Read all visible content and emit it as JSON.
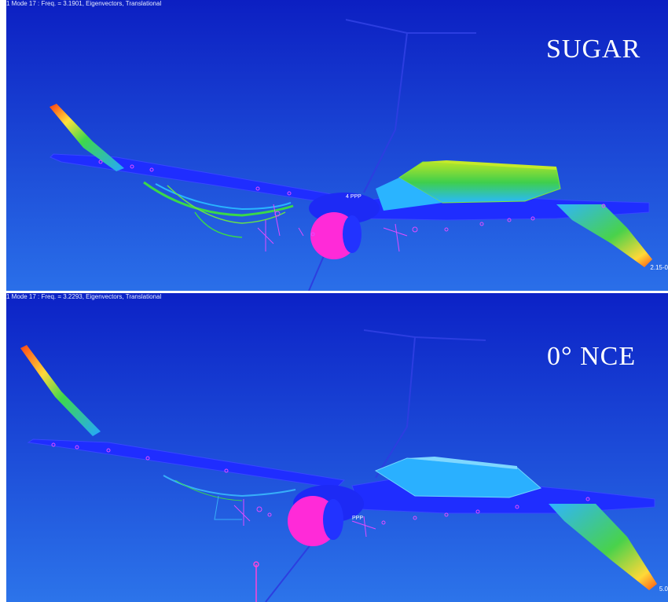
{
  "panels": [
    {
      "header": "1 Mode 17 : Freq. = 3.1901, Eigenvectors, Translational",
      "label": "SUGAR",
      "legend_value": "2.15-0",
      "node_label": "4 PPP"
    },
    {
      "header": "1 Mode 17 : Freq. = 3.2293, Eigenvectors, Translational",
      "label": "0° NCE",
      "legend_value": "5.0",
      "node_label": "PPP"
    }
  ],
  "colors": {
    "background_top": "#0a22c8",
    "background_bottom": "#1e5fe6",
    "mesh_blue": "#1f2dff",
    "engine_magenta": "#ff2ad8",
    "mode_shape_high": "#ff4a10",
    "mode_shape_mid": "#44d630",
    "mode_shape_low": "#2ab9ff",
    "annotation_pink": "#e24cff"
  }
}
